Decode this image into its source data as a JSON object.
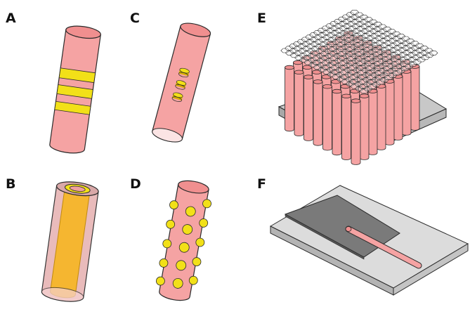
{
  "panels": [
    {
      "id": "a",
      "label": "A"
    },
    {
      "id": "b",
      "label": "B"
    },
    {
      "id": "c",
      "label": "C"
    },
    {
      "id": "d",
      "label": "D"
    },
    {
      "id": "e",
      "label": "E"
    },
    {
      "id": "f",
      "label": "F"
    }
  ],
  "colors": {
    "rod_pink": "#f5a3a3",
    "rod_pink_light": "#fad2d2",
    "rod_top": "#f08f8f",
    "gold": "#f2e018",
    "gold_dark": "#d8b000",
    "orange_core": "#f5b630",
    "substrate_gray": "#c8c8c8",
    "dark_film": "#7a7a7a",
    "outline": "#2a2a2a"
  }
}
